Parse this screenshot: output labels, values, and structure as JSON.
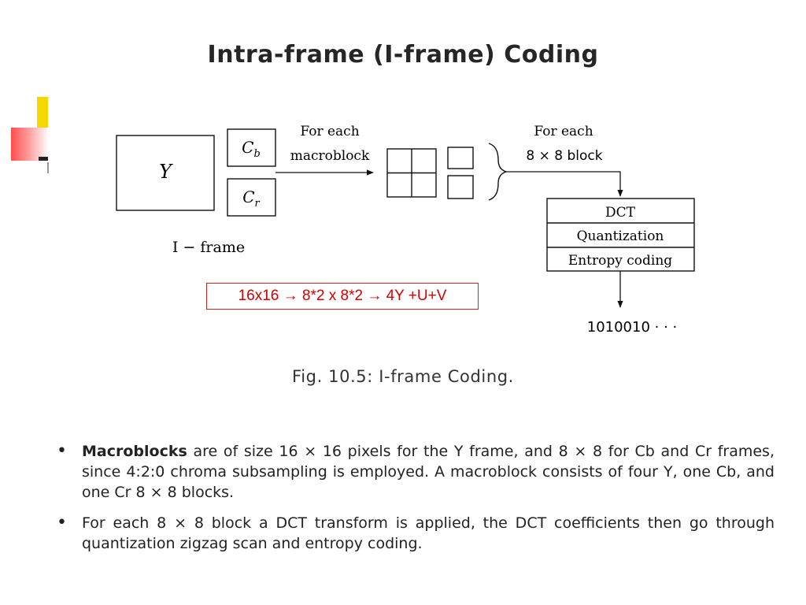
{
  "title": "Intra-frame (I-frame) Coding",
  "diagram": {
    "y_label": "Y",
    "cb_base": "C",
    "cb_sub": "b",
    "cr_base": "C",
    "cr_sub": "r",
    "frame_label": "I − frame",
    "macroblock_label_1": "For each",
    "macroblock_label_2": "macroblock",
    "block_label_1": "For each",
    "block_label_2": "8 × 8 block",
    "steps": [
      "DCT",
      "Quantization",
      "Entropy coding"
    ],
    "output": "1010010 · · ·"
  },
  "annotation": "16x16 → 8*2 x 8*2 → 4Y +U+V",
  "caption": "Fig. 10.5:   I-frame Coding.",
  "bullets": [
    {
      "bold": "Macroblocks",
      "text": " are of size 16 × 16 pixels for the Y frame, and 8 × 8 for Cb and Cr frames, since 4:2:0 chroma subsampling is employed. A macroblock consists of four Y, one Cb, and one Cr 8 × 8 blocks."
    },
    {
      "bold": "",
      "text": "For each 8 × 8 block a DCT transform is applied, the DCT coefficients then go through quantization zigzag scan and entropy coding."
    }
  ],
  "colors": {
    "annotation": "#d40000",
    "decor_yellow": "#f5d800",
    "decor_red": "#ff4d4d"
  }
}
